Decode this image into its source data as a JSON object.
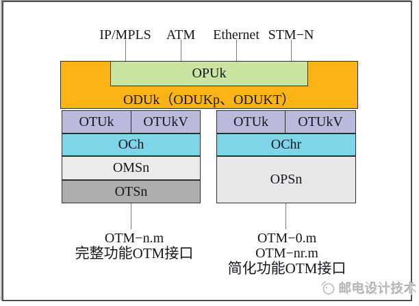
{
  "figure": {
    "client_signals": [
      {
        "label": "IP/MPLS"
      },
      {
        "label": "ATM"
      },
      {
        "label": "Ethernet"
      },
      {
        "label": "STM−N"
      }
    ],
    "otn_layers": {
      "opuk": "OPUk",
      "oduk": "ODUk（ODUKp、ODUKT）"
    },
    "full_otm": {
      "otuk": "OTUk",
      "otukv": "OTUkV",
      "och": "OCh",
      "omsn": "OMSn",
      "otsn": "OTSn",
      "caption_line1": "OTM−n.m",
      "caption_line2": "完整功能OTM接口"
    },
    "reduced_otm": {
      "otuk": "OTUk",
      "otukv": "OTUkV",
      "ochr": "OChr",
      "opsn": "OPSn",
      "caption_line1": "OTM−0.m",
      "caption_line2": "OTM−nr.m",
      "caption_line3": "简化功能OTM接口"
    },
    "watermark": "邮电设计技术",
    "colors": {
      "oduk_orange": "#FBB416",
      "opuk_green": "#C9E3A1",
      "otuk_lavender": "#B9BADC",
      "och_cyan": "#7FD5E8",
      "omsn_gray": "#EBEBEB",
      "otsn_gray": "#ADADAD",
      "opsn_gray": "#E7E7E9",
      "border": "#2d2d2d",
      "frame": "#4d4d4d"
    }
  }
}
